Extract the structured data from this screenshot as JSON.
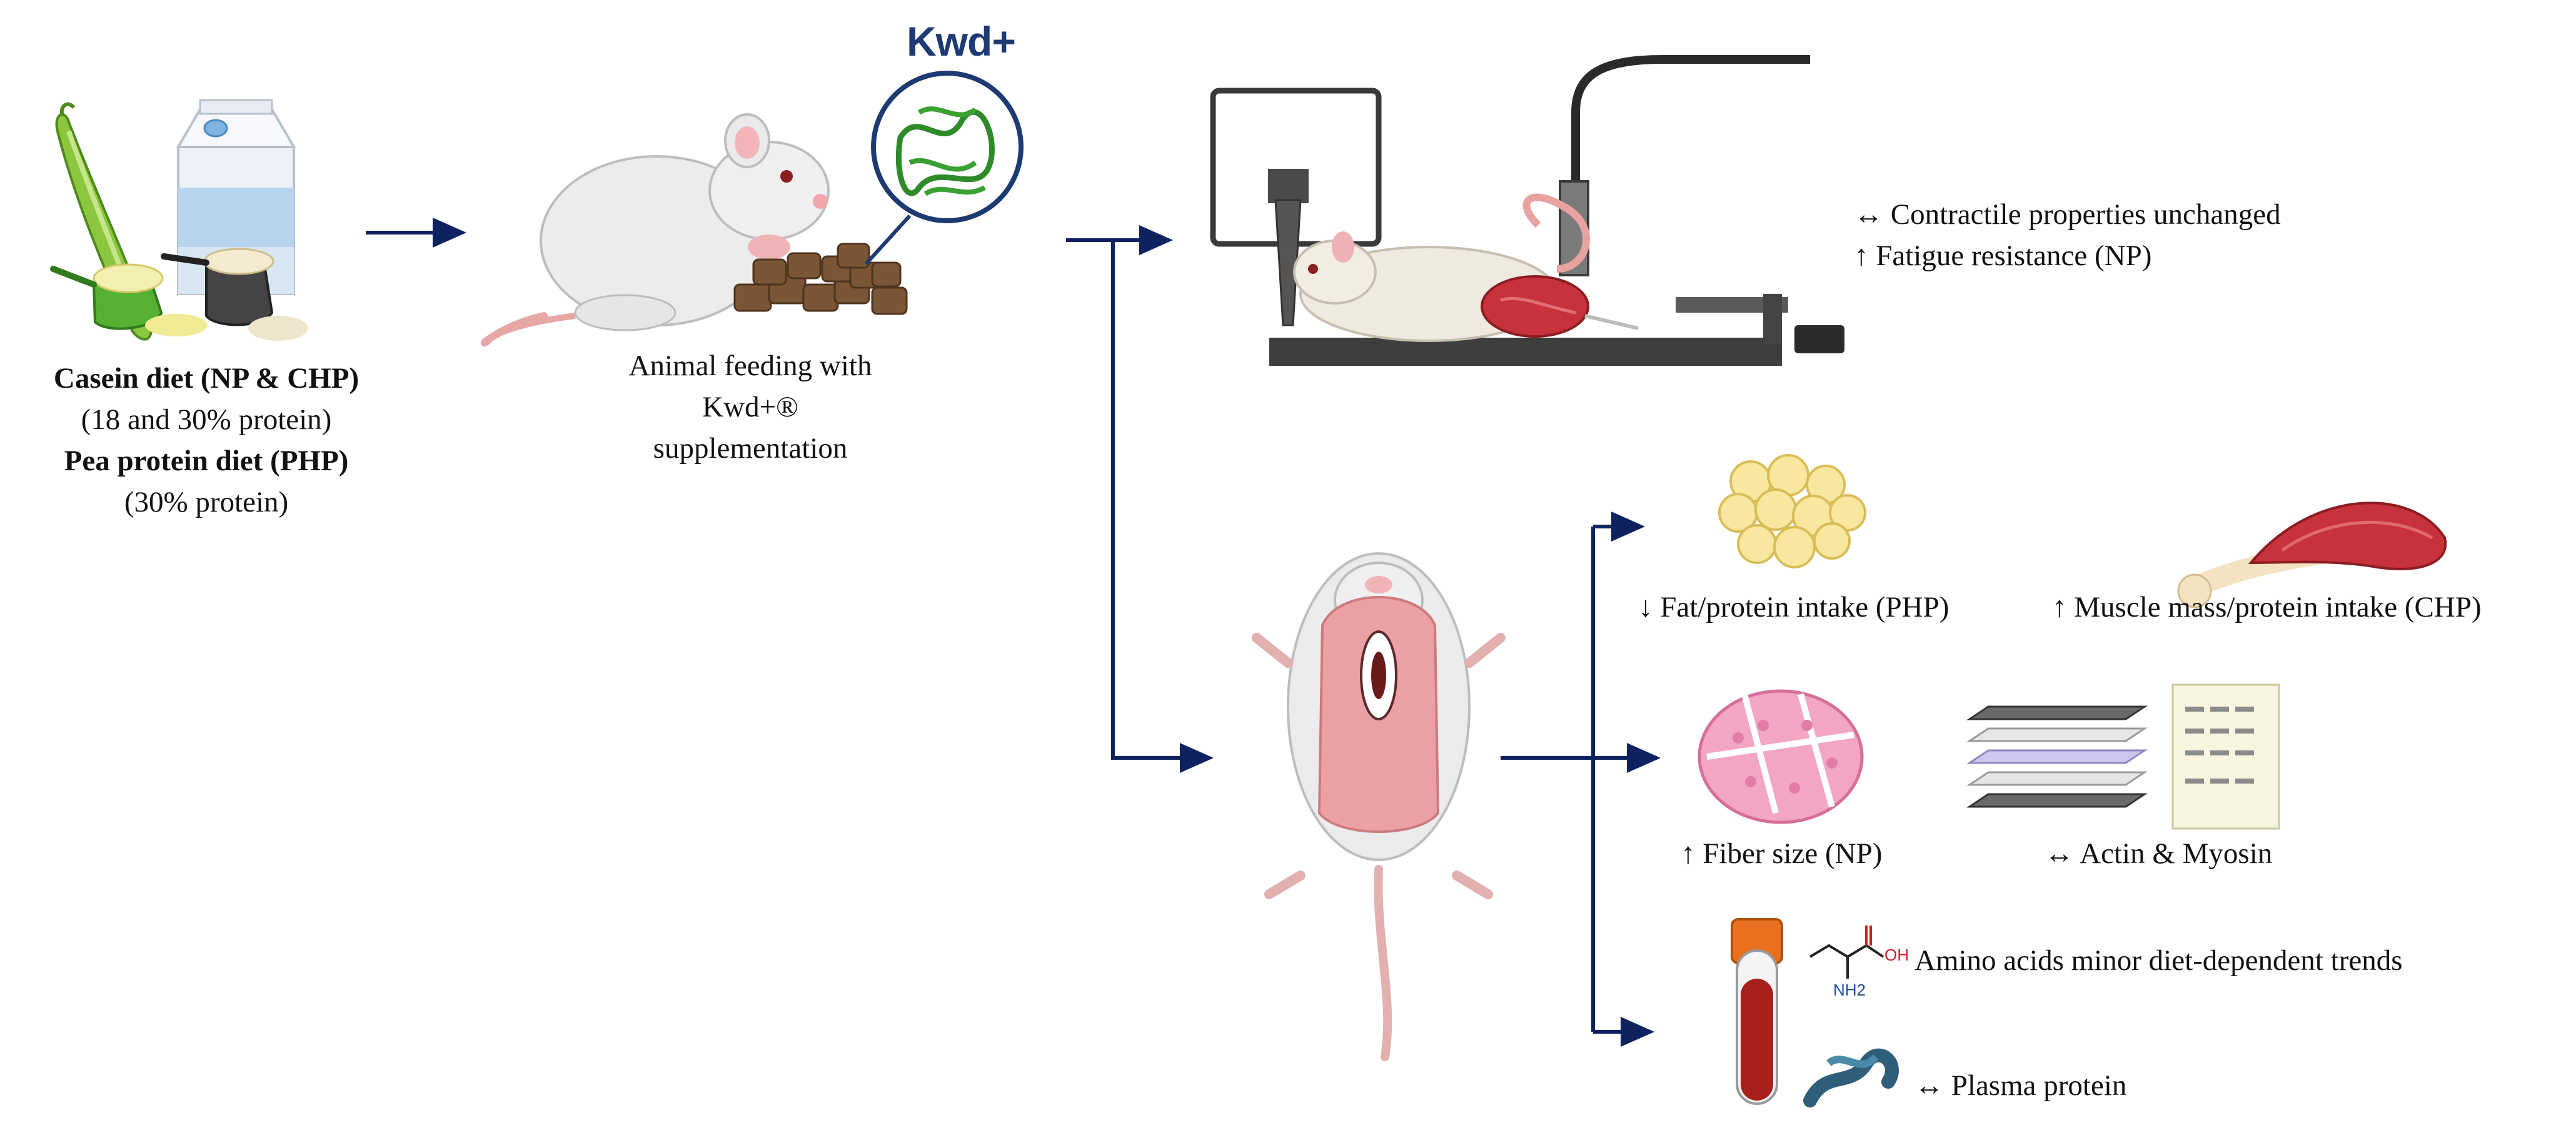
{
  "diet": {
    "casein_title": "Casein diet (NP & CHP)",
    "casein_detail": "(18 and 30% protein)",
    "pea_title": "Pea protein diet (PHP)",
    "pea_detail": "(30% protein)"
  },
  "feeding": {
    "brand_logo": "Kwd+",
    "caption_line1": "Animal feeding with",
    "caption_line2": "Kwd+®",
    "caption_line3": "supplementation"
  },
  "contractile": {
    "line1": "↔ Contractile properties unchanged",
    "line2": "↑ Fatigue resistance (NP)"
  },
  "tissue": {
    "fat": "↓ Fat/protein intake (PHP)",
    "muscle_mass": "↑ Muscle mass/protein intake (CHP)",
    "fiber": "↑ Fiber size (NP)",
    "actin_myosin": "↔ Actin & Myosin"
  },
  "blood": {
    "amino_acids": "Amino acids minor diet-dependent trends",
    "plasma_protein": "↔ Plasma protein",
    "chem_oh": "OH",
    "chem_nh2": "NH2"
  },
  "colors": {
    "arrow": "#0f2260",
    "brand": "#1d3a72",
    "muscle": "#c8323c",
    "rat_body": "#eeeeee",
    "rat_skin": "#eaa0a4",
    "blood": "#a8201c",
    "tube_cap": "#e8701e",
    "protein_green": "#2f8a2a"
  },
  "icons": [
    "pea-pod-icon",
    "milk-carton-icon",
    "powder-scoop-icon",
    "rat-icon",
    "food-pellets-icon",
    "protein-structure-icon",
    "muscle-test-apparatus-icon",
    "dissected-rat-icon",
    "fat-cells-icon",
    "muscle-bone-icon",
    "fiber-cross-section-icon",
    "gel-stack-icon",
    "western-blot-icon",
    "blood-tube-icon",
    "amino-acid-structure-icon",
    "plasma-protein-icon"
  ]
}
